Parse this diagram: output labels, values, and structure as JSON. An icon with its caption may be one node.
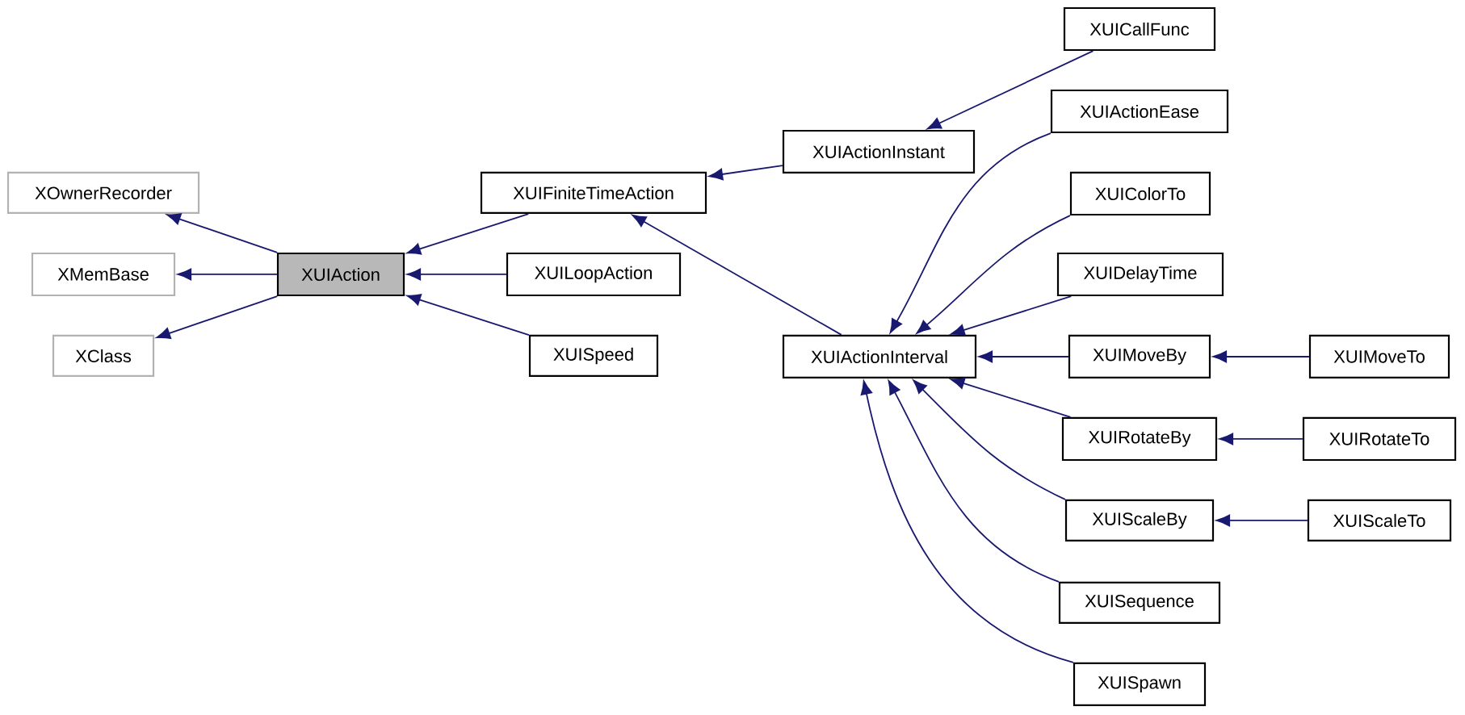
{
  "diagram": {
    "nodes": [
      {
        "text": [
          "XOwnerRecorder"
        ]
      },
      {
        "text": [
          "XMemBase"
        ]
      },
      {
        "text": [
          "XClass"
        ]
      },
      {
        "text": [
          "XUIAction"
        ]
      },
      {
        "text": [
          "XUIFiniteTimeAction"
        ]
      },
      {
        "text": [
          "XUILoopAction"
        ]
      },
      {
        "text": [
          "XUISpeed"
        ]
      },
      {
        "text": [
          "XUIActionInstant"
        ]
      },
      {
        "text": [
          "XUICallFunc"
        ]
      },
      {
        "text": [
          "XUIActionEase"
        ]
      },
      {
        "text": [
          "XUIColorTo"
        ]
      },
      {
        "text": [
          "XUIDelayTime"
        ]
      },
      {
        "text": [
          "XUIActionInterval"
        ]
      },
      {
        "text": [
          "XUIMoveBy"
        ]
      },
      {
        "text": [
          "XUIMoveTo"
        ]
      },
      {
        "text": [
          "XUIRotateBy"
        ]
      },
      {
        "text": [
          "XUIRotateTo"
        ]
      },
      {
        "text": [
          "XUIScaleBy"
        ]
      },
      {
        "text": [
          "XUIScaleTo"
        ]
      },
      {
        "text": [
          "XUISequence"
        ]
      },
      {
        "text": [
          "XUISpawn"
        ]
      }
    ],
    "edges": [
      {
        "from": 3,
        "to": 0,
        "arrow": "to"
      },
      {
        "from": 3,
        "to": 1,
        "arrow": "to"
      },
      {
        "from": 3,
        "to": 2,
        "arrow": "to"
      },
      {
        "from": 4,
        "to": 3,
        "arrow": "to"
      },
      {
        "from": 5,
        "to": 3,
        "arrow": "to"
      },
      {
        "from": 6,
        "to": 3,
        "arrow": "to"
      },
      {
        "from": 7,
        "to": 4,
        "arrow": "to"
      },
      {
        "from": 12,
        "to": 4,
        "arrow": "to"
      },
      {
        "from": 8,
        "to": 7,
        "arrow": "to"
      },
      {
        "from": 9,
        "to": 12,
        "arrow": "to"
      },
      {
        "from": 10,
        "to": 12,
        "arrow": "to"
      },
      {
        "from": 11,
        "to": 12,
        "arrow": "to"
      },
      {
        "from": 13,
        "to": 12,
        "arrow": "to"
      },
      {
        "from": 15,
        "to": 12,
        "arrow": "to"
      },
      {
        "from": 17,
        "to": 12,
        "arrow": "to"
      },
      {
        "from": 19,
        "to": 12,
        "arrow": "to"
      },
      {
        "from": 20,
        "to": 12,
        "arrow": "to"
      },
      {
        "from": 14,
        "to": 13,
        "arrow": "to"
      },
      {
        "from": 16,
        "to": 15,
        "arrow": "to"
      },
      {
        "from": 18,
        "to": 17,
        "arrow": "to"
      }
    ]
  }
}
